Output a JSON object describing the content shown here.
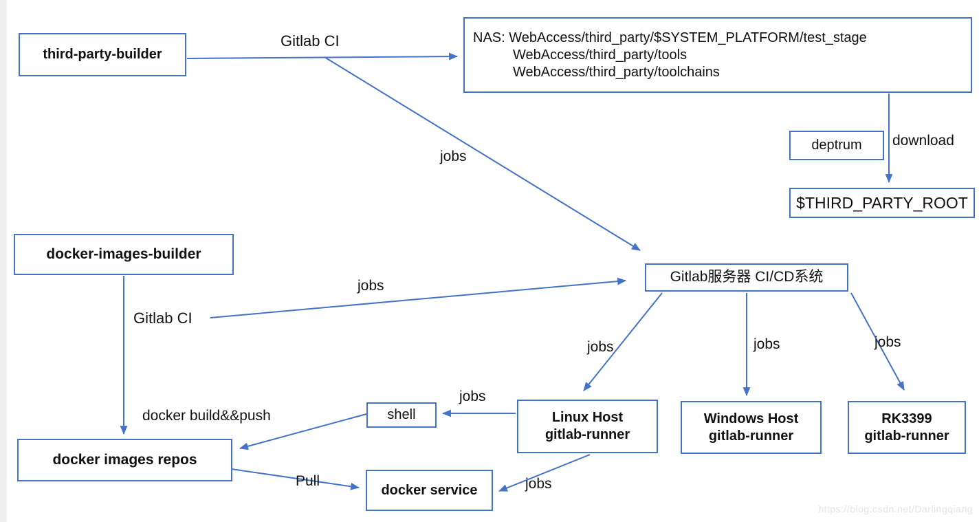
{
  "page": {
    "accent_color": "#4472C4",
    "background_color": "#ffffff",
    "watermark": "https://blog.csdn.net/Darlingqiang"
  },
  "nodes": {
    "third_party_builder": {
      "label": "third-party-builder"
    },
    "nas": {
      "line1": "NAS: WebAccess/third_party/$SYSTEM_PLATFORM/test_stage",
      "line2": "WebAccess/third_party/tools",
      "line3": "WebAccess/third_party/toolchains"
    },
    "deptrum": {
      "label": "deptrum"
    },
    "third_party_root": {
      "label": "$THIRD_PARTY_ROOT"
    },
    "gitlab_server": {
      "label": "Gitlab服务器 CI/CD系统"
    },
    "docker_images_builder": {
      "label": "docker-images-builder"
    },
    "shell": {
      "label": "shell"
    },
    "linux_host": {
      "line1": "Linux Host",
      "line2": "gitlab-runner"
    },
    "windows_host": {
      "line1": "Windows Host",
      "line2": "gitlab-runner"
    },
    "rk3399": {
      "line1": "RK3399",
      "line2": "gitlab-runner"
    },
    "docker_images_repos": {
      "label": "docker images repos"
    },
    "docker_service": {
      "label": "docker service"
    }
  },
  "edge_labels": {
    "gitlab_ci_top": "Gitlab CI",
    "jobs_top_diagonal": "jobs",
    "download": "download",
    "gitlab_ci_left": "Gitlab CI",
    "jobs_mid": "jobs",
    "jobs_to_linux": "jobs",
    "jobs_to_windows": "jobs",
    "jobs_to_rk3399": "jobs",
    "jobs_to_shell": "jobs",
    "docker_build_push": "docker build&&push",
    "pull": "Pull",
    "jobs_to_service": "jobs"
  }
}
